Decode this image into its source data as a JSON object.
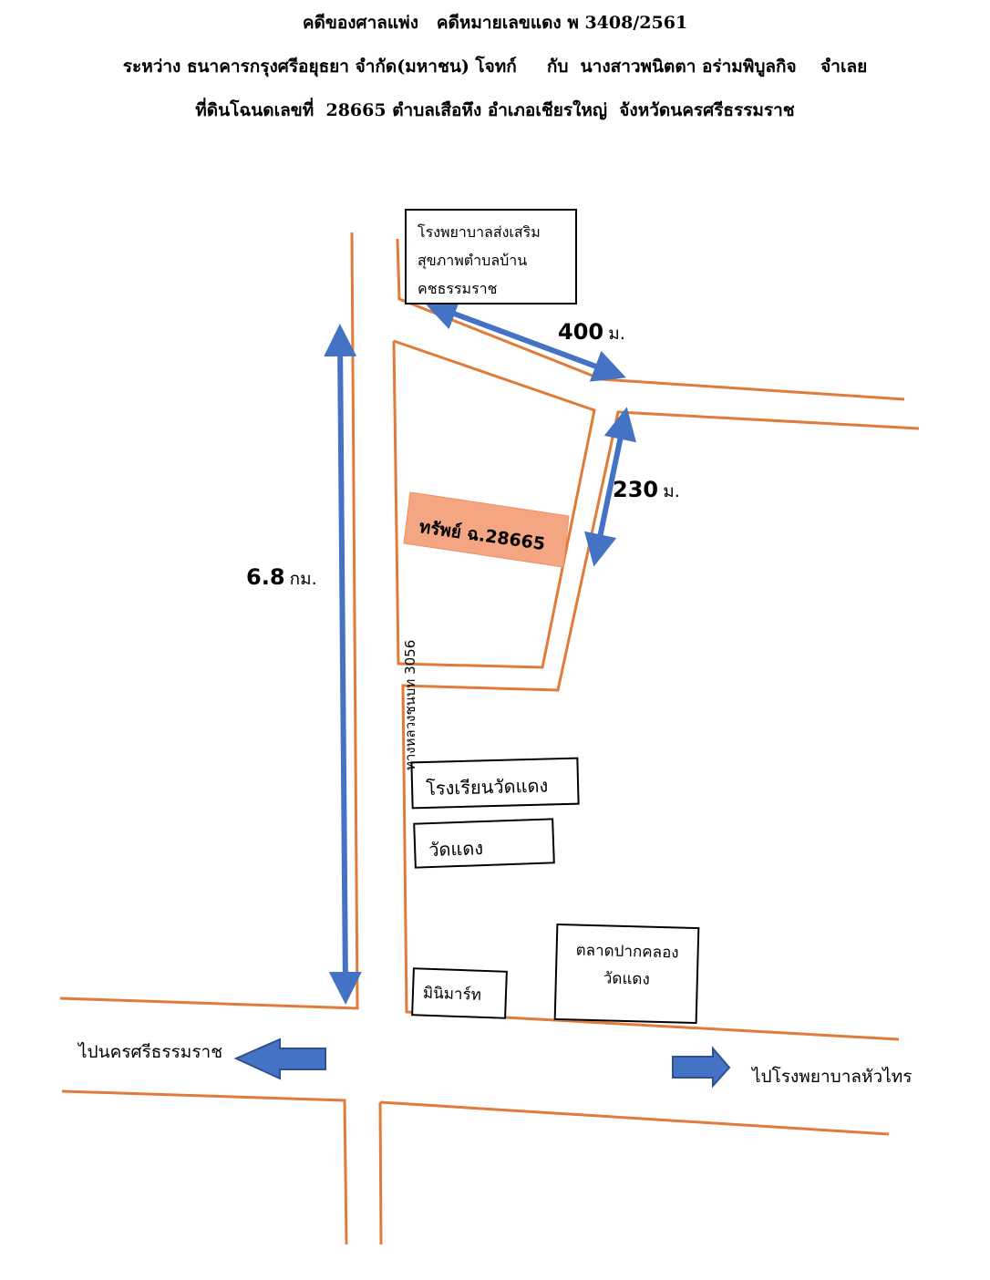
{
  "header": {
    "line1": "คดีของศาลแพ่ง   คดีหมายเลขแดง พ 3408/2561",
    "line2": "ระหว่าง ธนาคารกรุงศรีอยุธยา จำกัด(มหาชน) โจทก์     กับ  นางสาวพนิตตา อร่ามพิบูลกิจ    จำเลย",
    "line3": "ที่ดินโฉนดเลขที่  28665 ตำบลเสือหึง อำเภอเชียรใหญ่  จังหวัดนครศรีธรรมราช"
  },
  "landmarks": {
    "health_center": [
      "โรงพยาบาลส่งเสริม",
      "สุขภาพตำบลบ้าน",
      "คชธรรมราช"
    ],
    "property": "ทรัพย์ ฉ.28665",
    "road": "ทางหลวงชนบท 3056",
    "school": "โรงเรียนวัดแดง",
    "temple": "วัดแดง",
    "minimart": "มินิมาร์ท",
    "market": [
      "ตลาดปากคลอง",
      "วัดแดง"
    ]
  },
  "distances": {
    "d400": {
      "value": "400",
      "unit": "ม."
    },
    "d230": {
      "value": "230",
      "unit": "ม."
    },
    "d68": {
      "value": "6.8",
      "unit": "กม."
    }
  },
  "directions": {
    "left": "ไปนครศรีธรรมราช",
    "right": "ไปโรงพยาบาลหัวไทร"
  },
  "colors": {
    "road": "#E07B39",
    "arrow": "#4472C4",
    "property_fill": "#F4A582"
  }
}
